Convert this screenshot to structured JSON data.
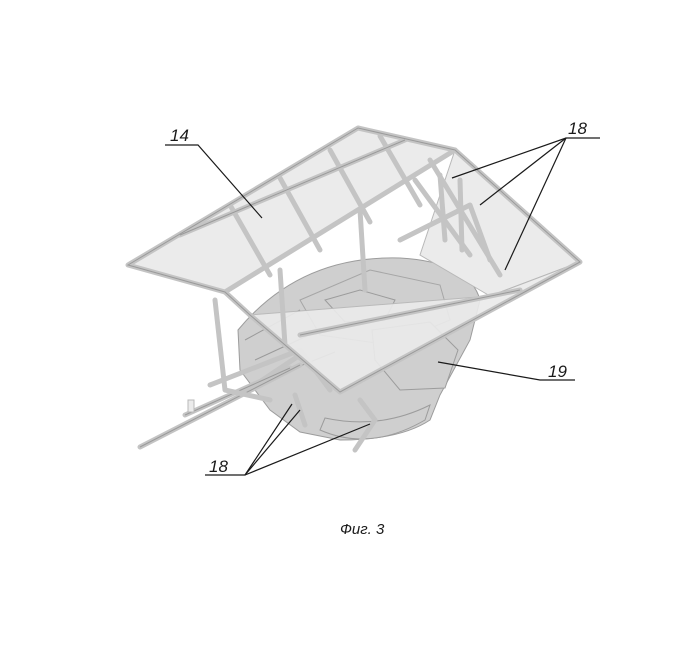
{
  "labels": {
    "cover": "14",
    "struts_top": "18",
    "struts_bottom": "18",
    "body": "19"
  },
  "caption": "Фиг. 3"
}
